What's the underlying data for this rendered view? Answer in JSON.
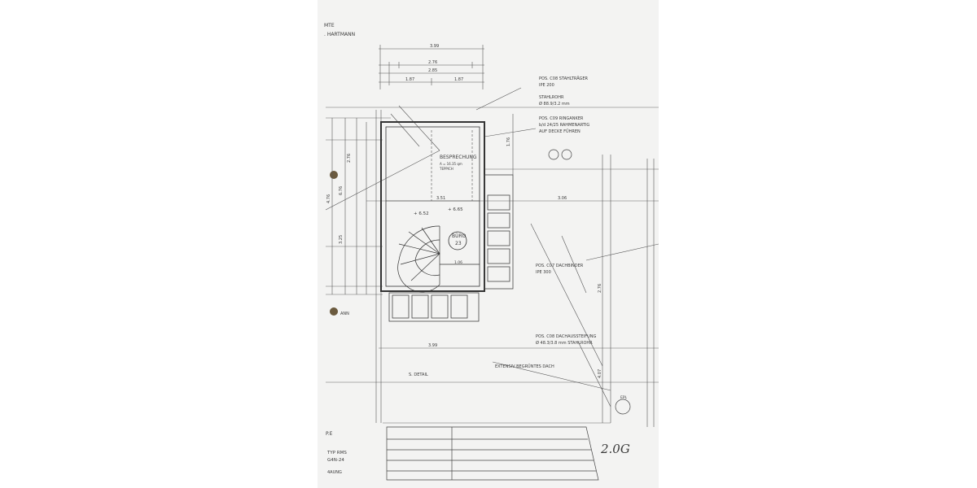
{
  "title_block": {
    "line1": "MTE",
    "line2": ". HARTMANN"
  },
  "dims": {
    "top1": "3.99",
    "top2": "2.76",
    "top3": "2.85",
    "top4a": "1.87",
    "top4b": "1.87",
    "left_a": "2.76",
    "left_b": "6.76",
    "left_c": "4.76",
    "left_d": "3.25",
    "inner_a": "3.51",
    "inner_b": "3.06",
    "inner_c": "1.06",
    "bottom": "3.99",
    "right_a": "1.76",
    "right_b": "2.76",
    "right_c": "4.07"
  },
  "room": {
    "name": "BESPRECHUNG",
    "area": "A = 16.35 qm",
    "floor": "TEPPICH",
    "label_line1": "BÜRO",
    "label_line2": "23"
  },
  "levels": {
    "l1": "+ 6.52",
    "l2": "+ 6.65"
  },
  "annotations": {
    "a1_line1": "POS. C08 STAHLTRÄGER",
    "a1_line2": "IPE 200",
    "a2_line1": "STAHLROHR",
    "a2_line2": "Ø 88.9/3.2 mm",
    "a3_line1": "POS. C09 RINGANKER",
    "a3_line2": "b/d 24/25 RAHMENARTIG",
    "a3_line3": "AUF DECKE FÜHREN",
    "a4_line1": "POS. C07 DACHBINDER",
    "a4_line2": "IPE 300",
    "a5_line1": "POS. C08 DACHAUSSTEIFUNG",
    "a5_line2": "Ø 48.3/3.8 mm STAHLROHR",
    "roof": "EXTENSIV BEGRÜNTES DACH",
    "detail": "S. DETAIL",
    "epl": "EPL"
  },
  "bottom_left": {
    "pe": "P.E",
    "typ": "TYP RMS",
    "code": "G4N-24",
    "tag": "4AUNG"
  },
  "side_label": "ANN",
  "handwritten": "2.0G"
}
